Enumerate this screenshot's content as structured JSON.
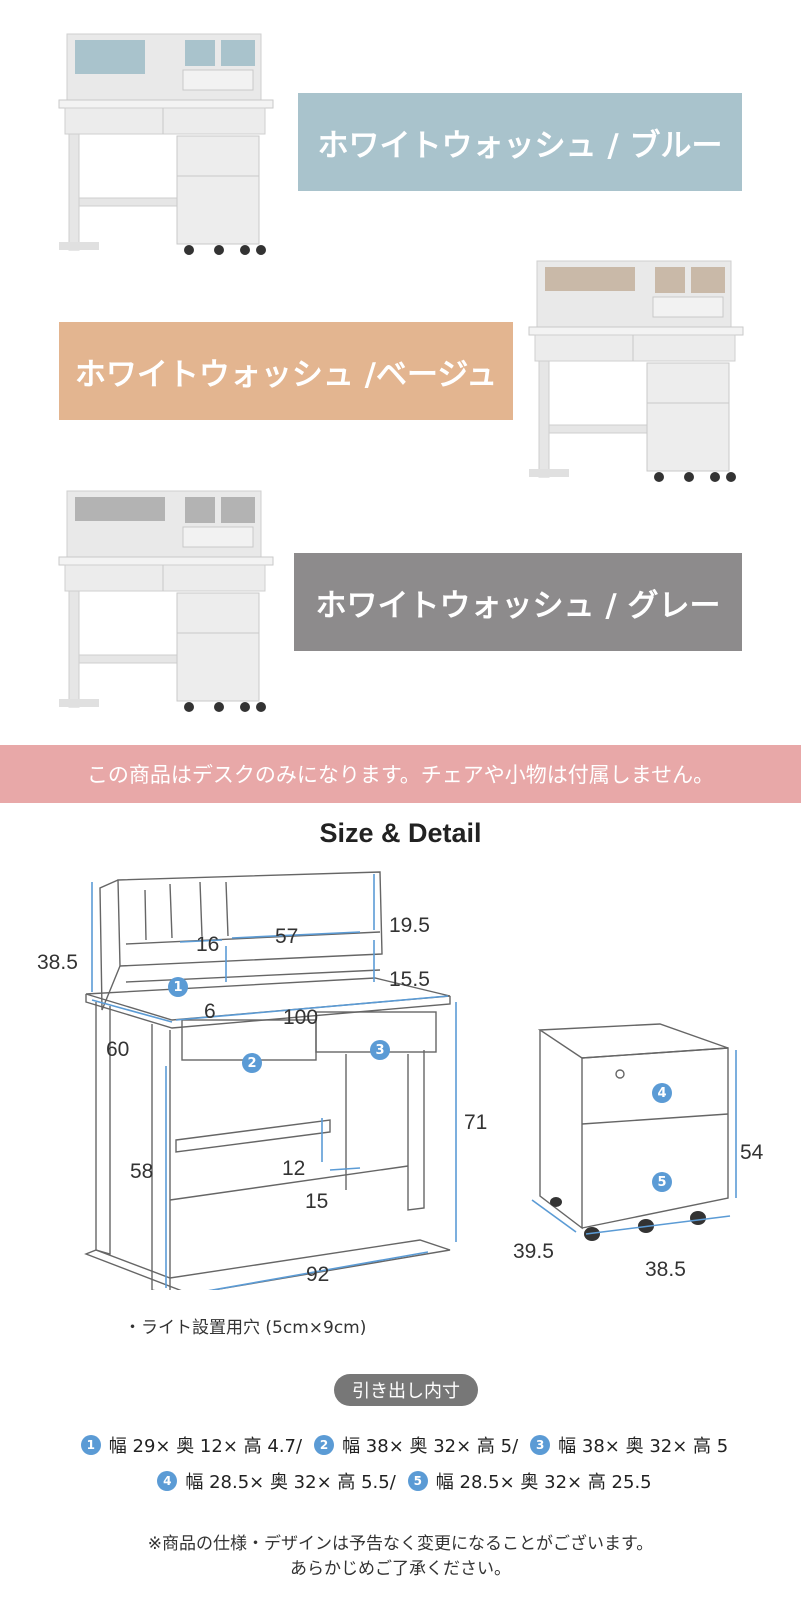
{
  "colors": {
    "blue_label": "#a9c3cc",
    "beige_label": "#e3b590",
    "gray_label": "#8d8b8c",
    "notice_bg": "#e8a8a8",
    "badge_blue": "#5b9bd5",
    "dim_line": "#5b9bd5"
  },
  "variants": [
    {
      "label": "ホワイトウォッシュ / ブルー",
      "panel_color": "#a9c3cc"
    },
    {
      "label": "ホワイトウォッシュ /ベージュ",
      "panel_color": "#c9b9a8"
    },
    {
      "label": "ホワイトウォッシュ / グレー",
      "panel_color": "#b3b3b3"
    }
  ],
  "notice": "この商品はデスクのみになります。チェアや小物は付属しません。",
  "heading": "Size & Detail",
  "dimensions": {
    "d38_5": "38.5",
    "d16": "16",
    "d57": "57",
    "d19_5": "19.5",
    "d15_5": "15.5",
    "d6": "6",
    "d100": "100",
    "d60": "60",
    "d71": "71",
    "d58": "58",
    "d12": "12",
    "d15": "15",
    "d92": "92",
    "d54": "54",
    "d39_5": "39.5",
    "d38_5b": "38.5"
  },
  "badges": [
    "1",
    "2",
    "3",
    "4",
    "5"
  ],
  "light_note": "・ライト設置用穴 (5cm×9cm)",
  "drawer_title": "引き出し内寸",
  "spec_line1": [
    {
      "n": "1",
      "text": "幅 29× 奥 12× 高 4.7/"
    },
    {
      "n": "2",
      "text": "幅 38× 奥 32× 高 5/"
    },
    {
      "n": "3",
      "text": "幅 38× 奥 32× 高 5"
    }
  ],
  "spec_line2": [
    {
      "n": "4",
      "text": "幅 28.5× 奥 32× 高 5.5/"
    },
    {
      "n": "5",
      "text": "幅 28.5× 奥 32× 高 25.5"
    }
  ],
  "footer_line1": "※商品の仕様・デザインは予告なく変更になることがございます。",
  "footer_line2": "あらかじめご了承ください。"
}
